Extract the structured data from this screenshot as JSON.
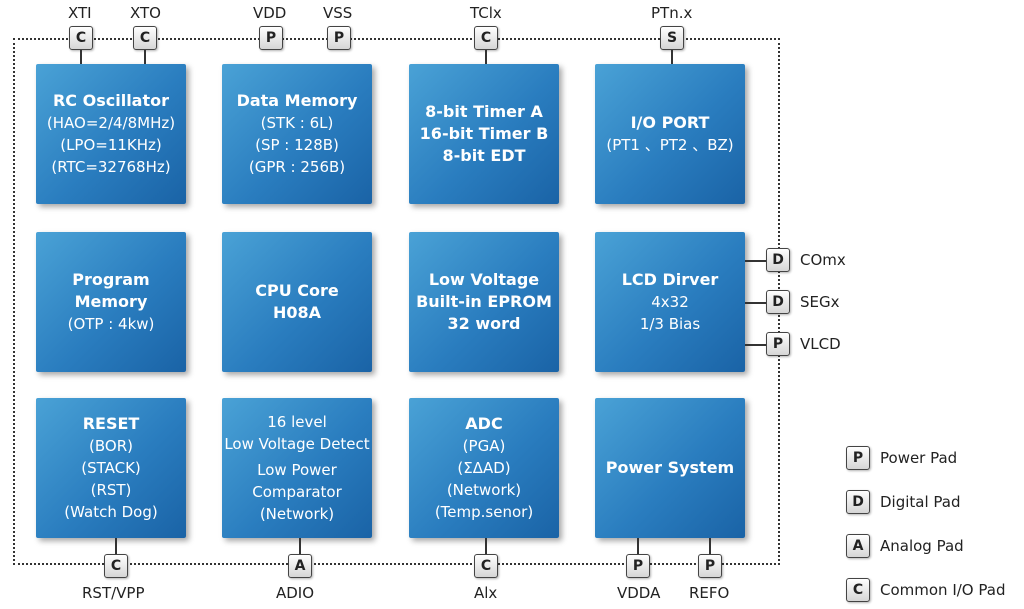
{
  "blocks": {
    "rc_oscillator": {
      "title": "RC Oscillator",
      "line1": "(HAO=2/4/8MHz)",
      "line2": "(LPO=11KHz)",
      "line3": "(RTC=32768Hz)"
    },
    "data_memory": {
      "title": "Data Memory",
      "line1": "(STK : 6L)",
      "line2": "(SP : 128B)",
      "line3": "(GPR : 256B)"
    },
    "timers": {
      "line1": "8-bit Timer A",
      "line2": "16-bit Timer B",
      "line3": "8-bit EDT"
    },
    "io_port": {
      "title": "I/O PORT",
      "line1": "(PT1 、PT2 、BZ)"
    },
    "program_memory": {
      "line1": "Program",
      "line2": "Memory",
      "line3": "(OTP : 4kw)"
    },
    "cpu_core": {
      "line1": "CPU Core",
      "line2": "H08A"
    },
    "eprom": {
      "line1": "Low Voltage",
      "line2": "Built-in EPROM",
      "line3": "32 word"
    },
    "lcd_driver": {
      "title": "LCD Dirver",
      "line1": "4x32",
      "line2": "1/3 Bias"
    },
    "reset": {
      "title": "RESET",
      "line1": "(BOR)",
      "line2": "(STACK)",
      "line3": "(RST)",
      "line4": "(Watch Dog)"
    },
    "lvd": {
      "line1": "16 level",
      "line2": "Low Voltage Detect",
      "line3": "Low Power",
      "line4": "Comparator",
      "line5": "(Network)"
    },
    "adc": {
      "title": "ADC",
      "line1": "(PGA)",
      "line2": "(ΣΔAD)",
      "line3": "(Network)",
      "line4": "(Temp.senor)"
    },
    "power_system": {
      "title": "Power System"
    }
  },
  "pads": {
    "xti": {
      "letter": "C",
      "label": "XTI"
    },
    "xto": {
      "letter": "C",
      "label": "XTO"
    },
    "vdd": {
      "letter": "P",
      "label": "VDD"
    },
    "vss": {
      "letter": "P",
      "label": "VSS"
    },
    "tclx": {
      "letter": "C",
      "label": "TClx"
    },
    "ptnx": {
      "letter": "S",
      "label": "PTn.x"
    },
    "comx": {
      "letter": "D",
      "label": "COmx"
    },
    "segx": {
      "letter": "D",
      "label": "SEGx"
    },
    "vlcd": {
      "letter": "P",
      "label": "VLCD"
    },
    "rst_vpp": {
      "letter": "C",
      "label": "RST/VPP"
    },
    "adio": {
      "letter": "A",
      "label": "ADIO"
    },
    "alx": {
      "letter": "C",
      "label": "Alx"
    },
    "vdda": {
      "letter": "P",
      "label": "VDDA"
    },
    "refo": {
      "letter": "P",
      "label": "REFO"
    }
  },
  "legend": [
    {
      "letter": "P",
      "label": "Power Pad"
    },
    {
      "letter": "D",
      "label": "Digital Pad"
    },
    {
      "letter": "A",
      "label": "Analog Pad"
    },
    {
      "letter": "C",
      "label": "Common I/O Pad"
    }
  ]
}
